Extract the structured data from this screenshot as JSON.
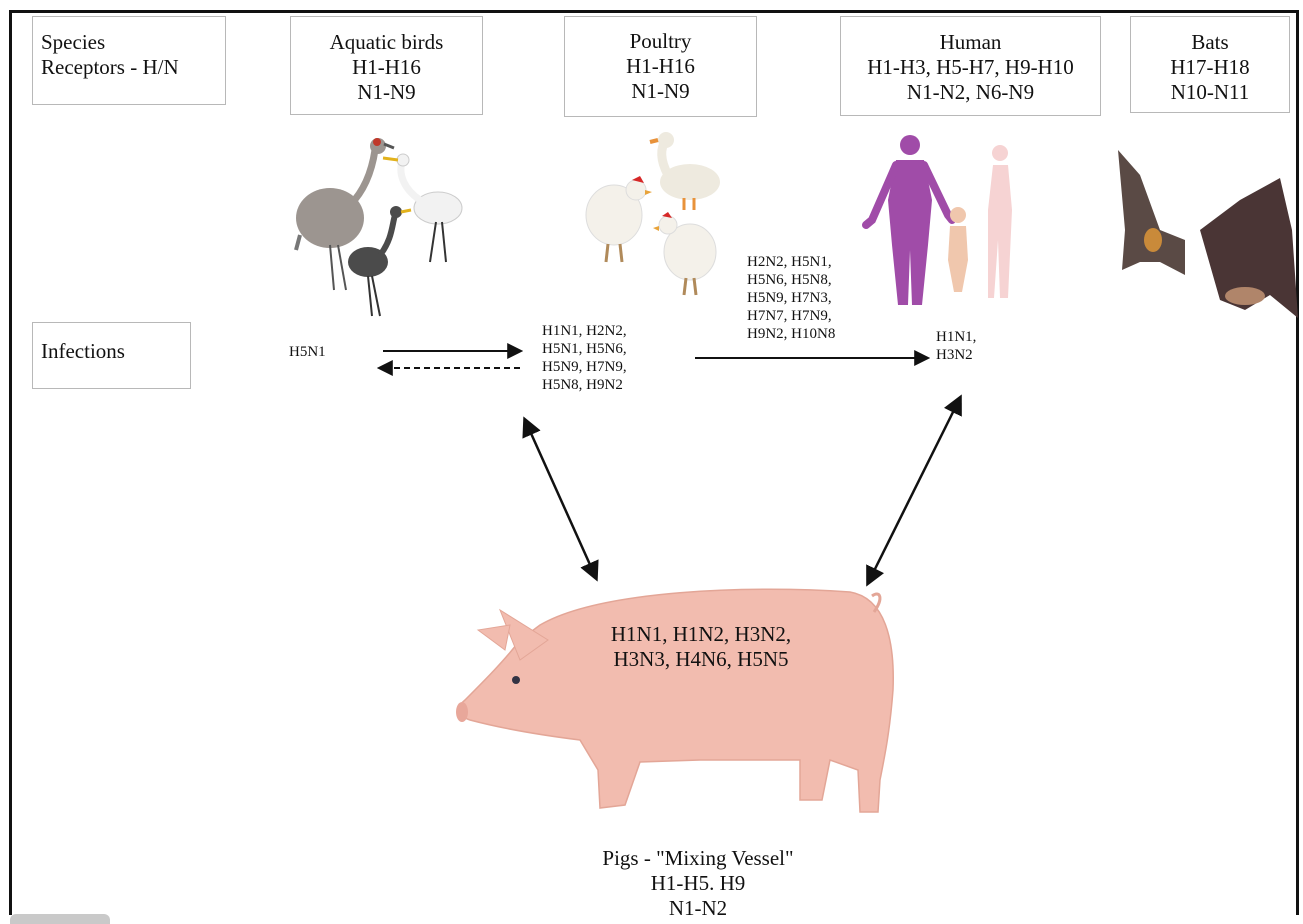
{
  "header_row": {
    "species_box": {
      "line1": "Species",
      "line2": "Receptors - H/N"
    },
    "aquatic_birds": {
      "name": "Aquatic birds",
      "h": "H1-H16",
      "n": "N1-N9"
    },
    "poultry": {
      "name": "Poultry",
      "h": "H1-H16",
      "n": "N1-N9"
    },
    "human": {
      "name": "Human",
      "h": "H1-H3, H5-H7, H9-H10",
      "n": "N1-N2, N6-N9"
    },
    "bats": {
      "name": "Bats",
      "h": "H17-H18",
      "n": "N10-N11"
    }
  },
  "infections_row": {
    "label": "Infections",
    "aquatic_birds": "H5N1",
    "poultry": "H1N1, H2N2,\nH5N1, H5N6,\nH5N9, H7N9,\nH5N8, H9N2",
    "poultry_to_human": "H2N2, H5N1,\nH5N6, H5N8,\nH5N9, H7N3,\nH7N7, H7N9,\nH9N2, H10N8",
    "human": "H1N1,\nH3N2"
  },
  "pig": {
    "infections_line1": "H1N1, H1N2, H3N2,",
    "infections_line2": "H3N3, H4N6, H5N5",
    "title": "Pigs - \"Mixing Vessel\"",
    "h": "H1-H5. H9",
    "n": "N1-N2"
  },
  "icons": [
    "aquatic-birds-icon",
    "poultry-icon",
    "human-icon",
    "bat-icon",
    "pig-icon"
  ]
}
